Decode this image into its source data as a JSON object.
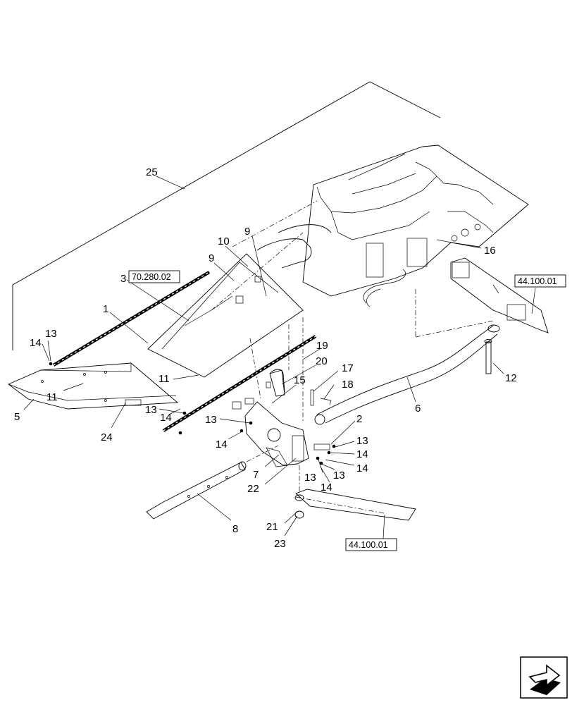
{
  "callouts": {
    "c1": "1",
    "c2": "2",
    "c3": "3",
    "c5": "5",
    "c6": "6",
    "c7": "7",
    "c8": "8",
    "c9a": "9",
    "c9b": "9",
    "c10": "10",
    "c11a": "11",
    "c11b": "11",
    "c12": "12",
    "c13a": "13",
    "c13b": "13",
    "c13c": "13",
    "c13d": "13",
    "c13e": "13",
    "c13f": "13",
    "c14a": "14",
    "c14b": "14",
    "c14c": "14",
    "c14d": "14",
    "c14e": "14",
    "c14f": "14",
    "c15": "15",
    "c16": "16",
    "c17": "17",
    "c18": "18",
    "c19": "19",
    "c20": "20",
    "c21": "21",
    "c22": "22",
    "c23": "23",
    "c24": "24",
    "c25": "25"
  },
  "references": {
    "ref_70_280_02": "70.280.02",
    "ref_44_100_01_right": "44.100.01",
    "ref_44_100_01_bottom": "44.100.01"
  },
  "icons": {
    "nav": "next-page-arrow-icon"
  }
}
